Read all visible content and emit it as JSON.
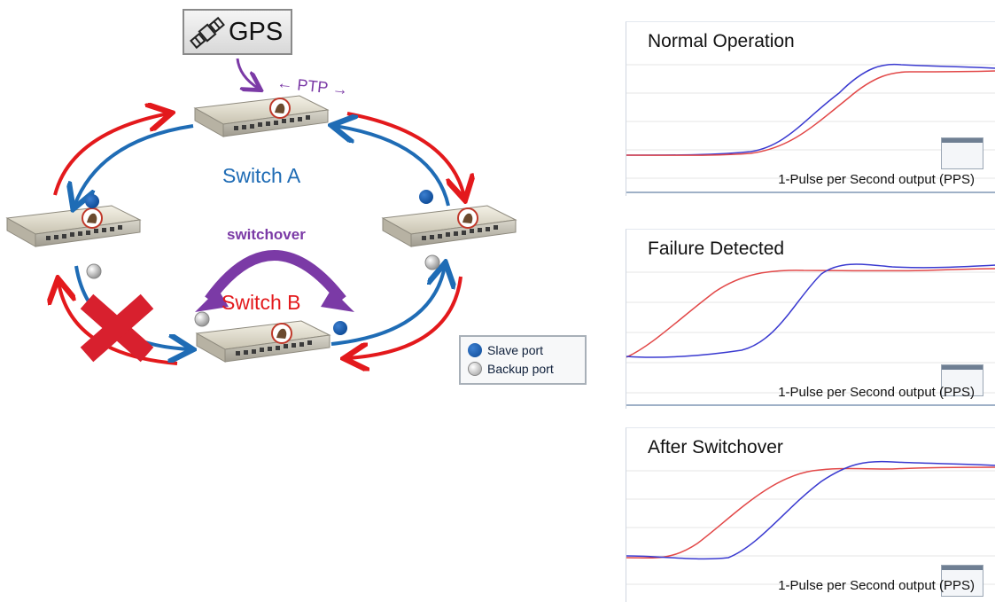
{
  "diagram": {
    "gps_label": "GPS",
    "ptp_label": "← PTP →",
    "switch_a_label": "Switch A",
    "switch_b_label": "Switch B",
    "switchover_label": "switchover",
    "legend": {
      "slave": "Slave port",
      "backup": "Backup port"
    },
    "colors": {
      "blue": "#1f6cb5",
      "red": "#e3191c",
      "purple": "#7b3aa6",
      "cross": "#d8202e"
    }
  },
  "panels": [
    {
      "title": "Normal Operation",
      "caption": "1-Pulse per Second output (PPS)"
    },
    {
      "title": "Failure Detected",
      "caption": "1-Pulse per Second output (PPS)"
    },
    {
      "title": "After Switchover",
      "caption": "1-Pulse per Second output (PPS)"
    }
  ],
  "icons": [
    "satellite-icon",
    "switch-icon",
    "cross-icon"
  ]
}
